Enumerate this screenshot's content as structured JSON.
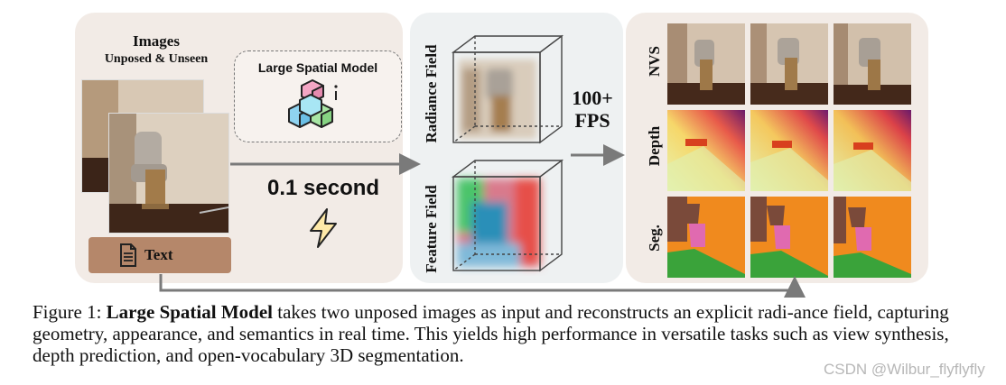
{
  "left_panel": {
    "title": "Images",
    "subtitle": "Unposed & Unseen",
    "model_label": "Large Spatial Model",
    "text_label": "Text",
    "speed_label": "0.1 second"
  },
  "mid_panel": {
    "radiance_label": "Radiance Field",
    "feature_label": "Feature Field",
    "fps_line1": "100+",
    "fps_line2": "FPS"
  },
  "right_panel": {
    "rows": [
      {
        "label": "NVS"
      },
      {
        "label": "Depth"
      },
      {
        "label": "Seg."
      }
    ]
  },
  "caption": {
    "prefix": "Figure 1: ",
    "bold": "Large Spatial Model",
    "rest": " takes two unposed images as input and reconstructs an explicit radi-ance field, capturing geometry, appearance, and semantics in real time. This yields high performance in versatile tasks such as view synthesis, depth prediction, and open-vocabulary 3D segmentation."
  },
  "watermark": "CSDN @Wilbur_flyflyfly",
  "colors": {
    "panel_warm": "#f2ebe6",
    "panel_cool": "#eef1f2",
    "text_box": "#b5876a",
    "arrow": "#7a7a7a",
    "seg_orange": "#f08a1e",
    "seg_green": "#3aa33a",
    "seg_brown": "#7a4a3a",
    "seg_pink": "#e06ab0"
  },
  "icons": [
    "cubes-icon",
    "document-icon",
    "lightning-icon"
  ]
}
